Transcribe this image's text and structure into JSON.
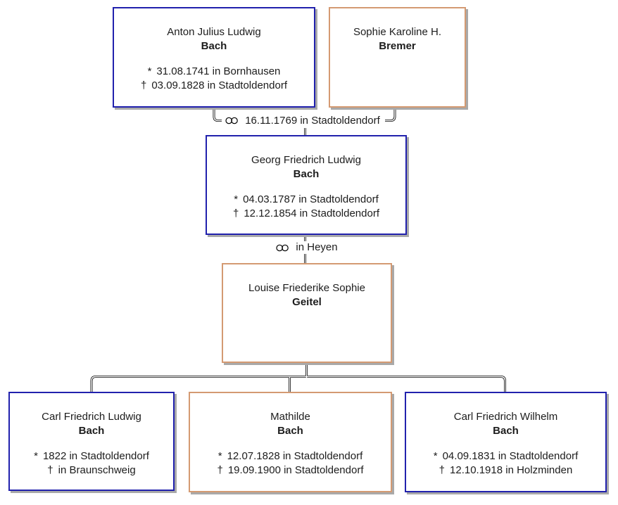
{
  "colors": {
    "male_border": "#2121ad",
    "female_border": "#d49a72",
    "box_shadow": "#a9a9a9",
    "background": "#ffffff",
    "text": "#1c1c1c",
    "line": "#000000"
  },
  "symbols": {
    "birth": "*",
    "death": "†"
  },
  "persons": {
    "anton": {
      "given": "Anton Julius Ludwig",
      "surname": "Bach",
      "birth": "31.08.1741 in Bornhausen",
      "death": "03.09.1828 in Stadtoldendorf"
    },
    "sophie": {
      "given": "Sophie Karoline H.",
      "surname": "Bremer"
    },
    "georg": {
      "given": "Georg Friedrich Ludwig",
      "surname": "Bach",
      "birth": "04.03.1787 in Stadtoldendorf",
      "death": "12.12.1854 in Stadtoldendorf"
    },
    "louise": {
      "given": "Louise Friederike Sophie",
      "surname": "Geitel"
    },
    "carl_ludwig": {
      "given": "Carl Friedrich Ludwig",
      "surname": "Bach",
      "birth": "1822 in Stadtoldendorf",
      "death": "in Braunschweig"
    },
    "mathilde": {
      "given": "Mathilde",
      "surname": "Bach",
      "birth": "12.07.1828 in Stadtoldendorf",
      "death": "19.09.1900 in Stadtoldendorf"
    },
    "carl_wilhelm": {
      "given": "Carl Friedrich Wilhelm",
      "surname": "Bach",
      "birth": "04.09.1831 in Stadtoldendorf",
      "death": "12.10.1918 in Holzminden"
    }
  },
  "marriages": {
    "anton_sophie": {
      "label": "16.11.1769 in Stadtoldendorf"
    },
    "georg_louise": {
      "label": "in Heyen"
    }
  }
}
